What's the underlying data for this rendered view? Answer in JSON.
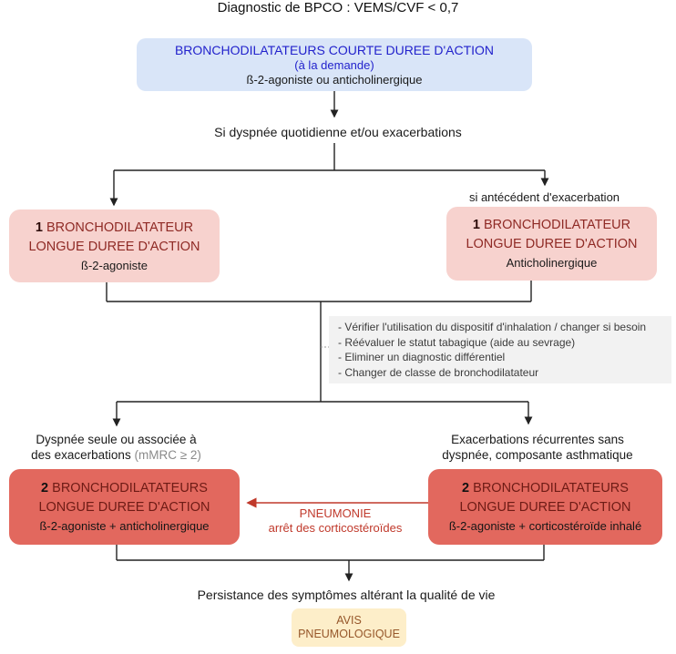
{
  "title": "Diagnostic de BPCO : VEMS/CVF < 0,7",
  "colors": {
    "blue_box_bg": "#d9e5f8",
    "blue_text": "#2222cc",
    "pink_box_bg": "#f7d2ce",
    "pink_text": "#8f2a25",
    "red_box_bg": "#e2685e",
    "red_box_text": "#6e1b15",
    "gray_box_bg": "#f2f2f2",
    "gray_text": "#3b3b3b",
    "yellow_box_bg": "#fdeec9",
    "yellow_box_text": "#96572a",
    "pneumonia_red": "#c0392b",
    "wire_color": "#222222"
  },
  "nodes": {
    "short_acting": {
      "title": "BRONCHODILATATEURS COURTE DUREE D'ACTION",
      "subtitle": "(à la demande)",
      "detail": "ß-2-agoniste  ou anticholinergique"
    },
    "branch_question": "Si dyspnée quotidienne et/ou exacerbations",
    "right_branch_condition": "si antécédent d'exacerbation",
    "single_bd_left": {
      "number": "1",
      "title": "BRONCHODILATATEUR",
      "line2": "LONGUE DUREE D'ACTION",
      "detail": "ß-2-agoniste"
    },
    "single_bd_right": {
      "number": "1",
      "title": "BRONCHODILATATEUR",
      "line2": "LONGUE DUREE D'ACTION",
      "detail": "Anticholinergique"
    },
    "checklist": {
      "items": [
        "- Vérifier l'utilisation du dispositif d'inhalation / changer si besoin",
        "- Réévaluer le statut tabagique (aide au sevrage)",
        "- Eliminer un diagnostic différentiel",
        "- Changer de classe de bronchodilatateur"
      ]
    },
    "left_condition": {
      "line1": "Dyspnée seule ou associée à",
      "line2_main": "des exacerbations ",
      "line2_gray": "(mMRC ≥ 2)"
    },
    "right_condition": {
      "line1": "Exacerbations récurrentes sans",
      "line2": "dyspnée, composante asthmatique"
    },
    "dual_bd_left": {
      "number": "2",
      "title": "BRONCHODILATATEURS",
      "line2": "LONGUE DUREE D'ACTION",
      "detail": "ß-2-agoniste + anticholinergique"
    },
    "dual_bd_right": {
      "number": "2",
      "title": "BRONCHODILATATEURS",
      "line2": "LONGUE DUREE D'ACTION",
      "detail": "ß-2-agoniste + corticostéroïde inhalé"
    },
    "pneumonia": {
      "line1": "PNEUMONIE",
      "line2": "arrêt des corticostéroïdes"
    },
    "persistence": "Persistance des symptômes altérant la qualité de vie",
    "referral": {
      "line1": "AVIS",
      "line2": "PNEUMOLOGIQUE"
    }
  }
}
